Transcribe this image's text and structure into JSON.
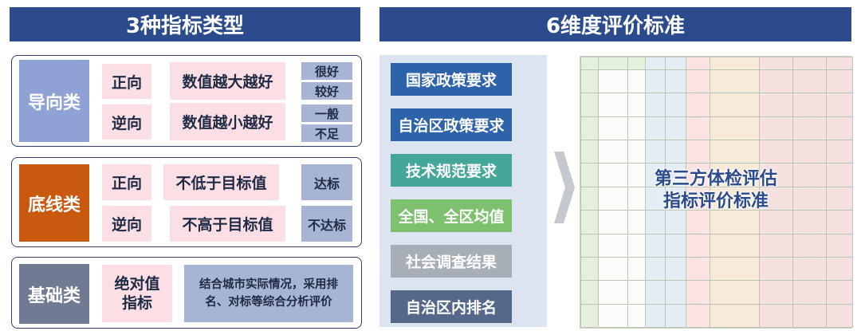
{
  "left": {
    "title": "3种指标类型",
    "guide": {
      "category": "导向类",
      "rows": [
        {
          "direction": "正向",
          "rule": "数值越大越好"
        },
        {
          "direction": "逆向",
          "rule": "数值越小越好"
        }
      ],
      "levels": [
        "很好",
        "较好",
        "一般",
        "不足"
      ]
    },
    "baseline": {
      "category": "底线类",
      "rows": [
        {
          "direction": "正向",
          "rule": "不低于目标值",
          "result": "达标"
        },
        {
          "direction": "逆向",
          "rule": "不高于目标值",
          "result": "不达标"
        }
      ]
    },
    "basic": {
      "category": "基础类",
      "type_line1": "绝对值",
      "type_line2": "指标",
      "desc_line1": "结合城市实际情况，采用排",
      "desc_line2": "名、对标等综合分析评价"
    }
  },
  "right": {
    "title": "6维度评价标准",
    "standards": [
      "国家政策要求",
      "自治区政策要求",
      "技术规范要求",
      "全国、全区均值",
      "社会调查结果",
      "自治区内排名"
    ],
    "arrow": "chevron-right-icon",
    "overlay_line1": "第三方体检评估",
    "overlay_line2": "指标评价标准"
  },
  "colors": {
    "banner": "#2b4b8c",
    "guide": "#8fa2d6",
    "baseline": "#c9590f",
    "basic": "#707b93",
    "pink": "#fbdfe5",
    "blue_box": "#a7b4d3",
    "standards": [
      "#2d63a8",
      "#2d63a8",
      "#45a79a",
      "#7dc06d",
      "#a8aeb6",
      "#55688a"
    ]
  }
}
